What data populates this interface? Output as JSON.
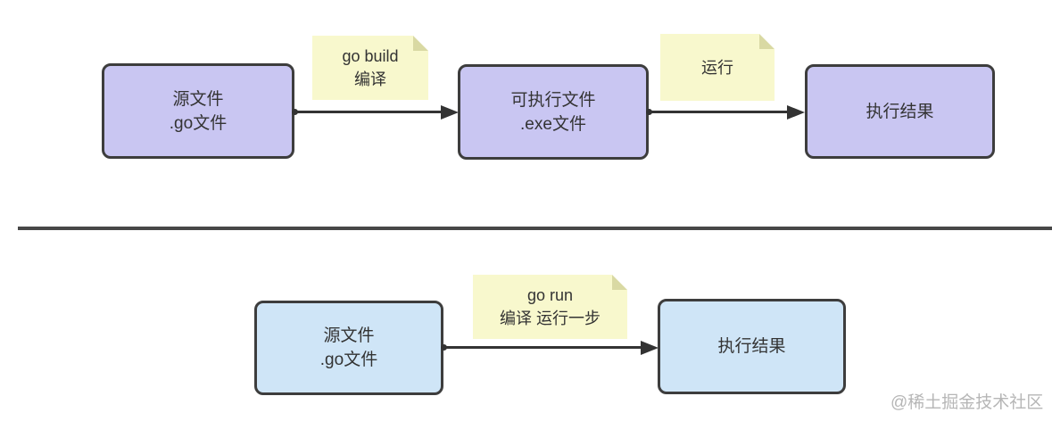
{
  "colors": {
    "bg": "#ffffff",
    "box_purple": "#c9c6f2",
    "box_blue": "#cfe5f7",
    "note_yellow": "#f8f8cd",
    "note_fold": "#d9d9a3",
    "box_border": "#3d3d3d",
    "arrow": "#333333",
    "divider": "#474747",
    "text": "#333333",
    "watermark_color": "#b6b6b6"
  },
  "flow_build": {
    "source_box": {
      "line1": "源文件",
      "line2": ".go文件"
    },
    "build_note": {
      "line1": "go build",
      "line2": "编译"
    },
    "exe_box": {
      "line1": "可执行文件",
      "line2": ".exe文件"
    },
    "run_note": {
      "label": "运行"
    },
    "result_box": {
      "label": "执行结果"
    }
  },
  "flow_run": {
    "source_box": {
      "line1": "源文件",
      "line2": ".go文件"
    },
    "note": {
      "line1": "go run",
      "line2": "编译 运行一步"
    },
    "result_box": {
      "label": "执行结果"
    }
  },
  "watermark": "@稀土掘金技术社区"
}
